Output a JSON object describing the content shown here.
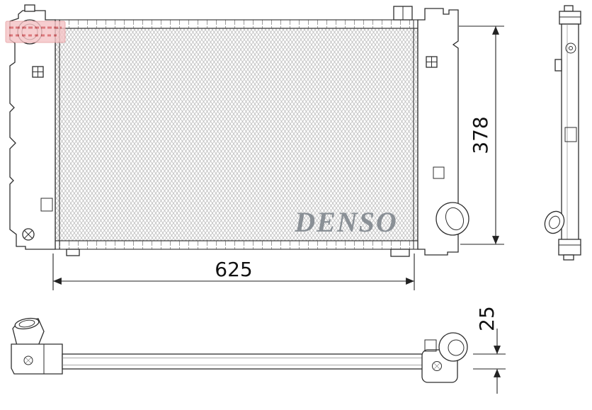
{
  "brand": {
    "name": "DENSO",
    "color": "#8a9096"
  },
  "dimensions": {
    "width_mm": "625",
    "height_mm": "378",
    "depth_mm": "25"
  },
  "stamp": {
    "fill": "#f5c3c5",
    "border": "#e4989b",
    "mark_color": "#d4595e"
  },
  "colors": {
    "line": "#2e2e2e",
    "hatch": "#bdbdbd"
  }
}
